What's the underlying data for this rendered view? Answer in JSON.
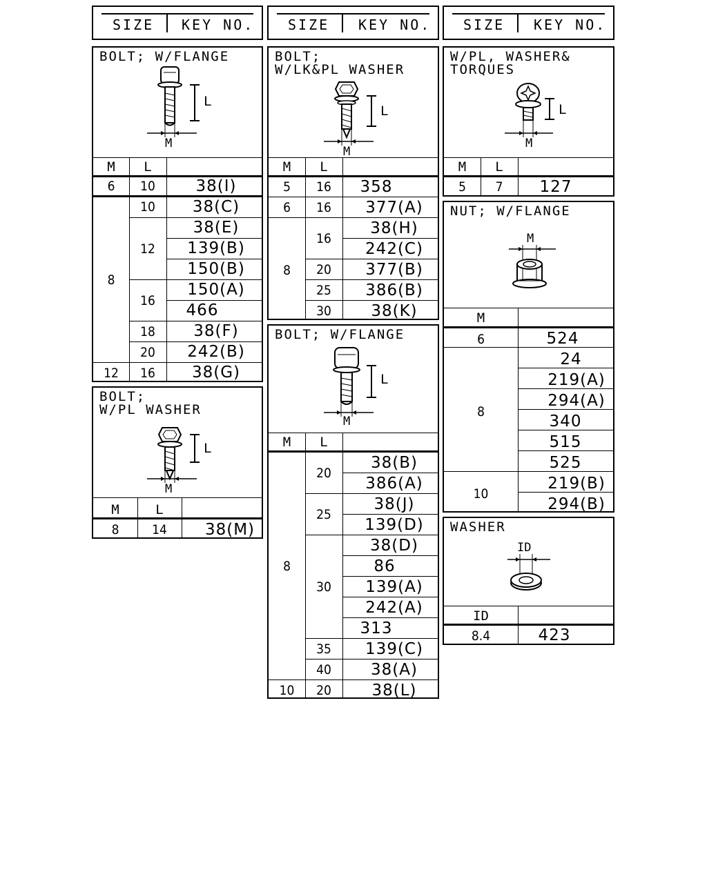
{
  "header": {
    "size_label": "SIZE",
    "key_label": "KEY NO."
  },
  "col_labels": {
    "m": "M",
    "l": "L",
    "id": "ID"
  },
  "fig_labels": {
    "l": "L",
    "m": "M",
    "id": "ID"
  },
  "panels": {
    "bolt_flange_a": {
      "title": "BOLT; W/FLANGE",
      "rows": [
        {
          "m": "6",
          "l": "10",
          "key": "38(I)"
        },
        {
          "m": "8",
          "l": "10",
          "key": "38(C)"
        },
        {
          "m": "8",
          "l": "12",
          "key": "38(E)"
        },
        {
          "m": "8",
          "l": "12",
          "key": "139(B)"
        },
        {
          "m": "8",
          "l": "12",
          "key": "150(B)"
        },
        {
          "m": "8",
          "l": "16",
          "key": "150(A)"
        },
        {
          "m": "8",
          "l": "16",
          "key": "466"
        },
        {
          "m": "8",
          "l": "18",
          "key": "38(F)"
        },
        {
          "m": "8",
          "l": "20",
          "key": "242(B)"
        },
        {
          "m": "12",
          "l": "16",
          "key": "38(G)"
        }
      ]
    },
    "bolt_pl_washer": {
      "title": "BOLT;\nW/PL WASHER",
      "rows": [
        {
          "m": "8",
          "l": "14",
          "key": "38(M)"
        }
      ]
    },
    "bolt_lk_pl_washer": {
      "title": "BOLT;\nW/LK&PL WASHER",
      "rows": [
        {
          "m": "5",
          "l": "16",
          "key": "358"
        },
        {
          "m": "6",
          "l": "16",
          "key": "377(A)"
        },
        {
          "m": "8",
          "l": "16",
          "key": "38(H)"
        },
        {
          "m": "8",
          "l": "16",
          "key": "242(C)"
        },
        {
          "m": "8",
          "l": "20",
          "key": "377(B)"
        },
        {
          "m": "8",
          "l": "25",
          "key": "386(B)"
        },
        {
          "m": "8",
          "l": "30",
          "key": "38(K)"
        }
      ]
    },
    "bolt_flange_b": {
      "title": "BOLT; W/FLANGE",
      "rows": [
        {
          "m": "8",
          "l": "20",
          "key": "38(B)"
        },
        {
          "m": "8",
          "l": "20",
          "key": "386(A)"
        },
        {
          "m": "8",
          "l": "25",
          "key": "38(J)"
        },
        {
          "m": "8",
          "l": "25",
          "key": "139(D)"
        },
        {
          "m": "8",
          "l": "30",
          "key": "38(D)"
        },
        {
          "m": "8",
          "l": "30",
          "key": "86"
        },
        {
          "m": "8",
          "l": "30",
          "key": "139(A)"
        },
        {
          "m": "8",
          "l": "30",
          "key": "242(A)"
        },
        {
          "m": "8",
          "l": "30",
          "key": "313"
        },
        {
          "m": "8",
          "l": "35",
          "key": "139(C)"
        },
        {
          "m": "8",
          "l": "40",
          "key": "38(A)"
        },
        {
          "m": "10",
          "l": "20",
          "key": "38(L)"
        }
      ]
    },
    "wpl_washer_torques": {
      "title": "W/PL, WASHER&\nTORQUES",
      "rows": [
        {
          "m": "5",
          "l": "7",
          "key": "127"
        }
      ]
    },
    "nut_flange": {
      "title": "NUT; W/FLANGE",
      "rows": [
        {
          "m": "6",
          "key": "524"
        },
        {
          "m": "8",
          "key": "24"
        },
        {
          "m": "8",
          "key": "219(A)"
        },
        {
          "m": "8",
          "key": "294(A)"
        },
        {
          "m": "8",
          "key": "340"
        },
        {
          "m": "8",
          "key": "515"
        },
        {
          "m": "8",
          "key": "525"
        },
        {
          "m": "10",
          "key": "219(B)"
        },
        {
          "m": "10",
          "key": "294(B)"
        }
      ]
    },
    "washer": {
      "title": "WASHER",
      "rows": [
        {
          "id": "8.4",
          "key": "423"
        }
      ]
    }
  }
}
